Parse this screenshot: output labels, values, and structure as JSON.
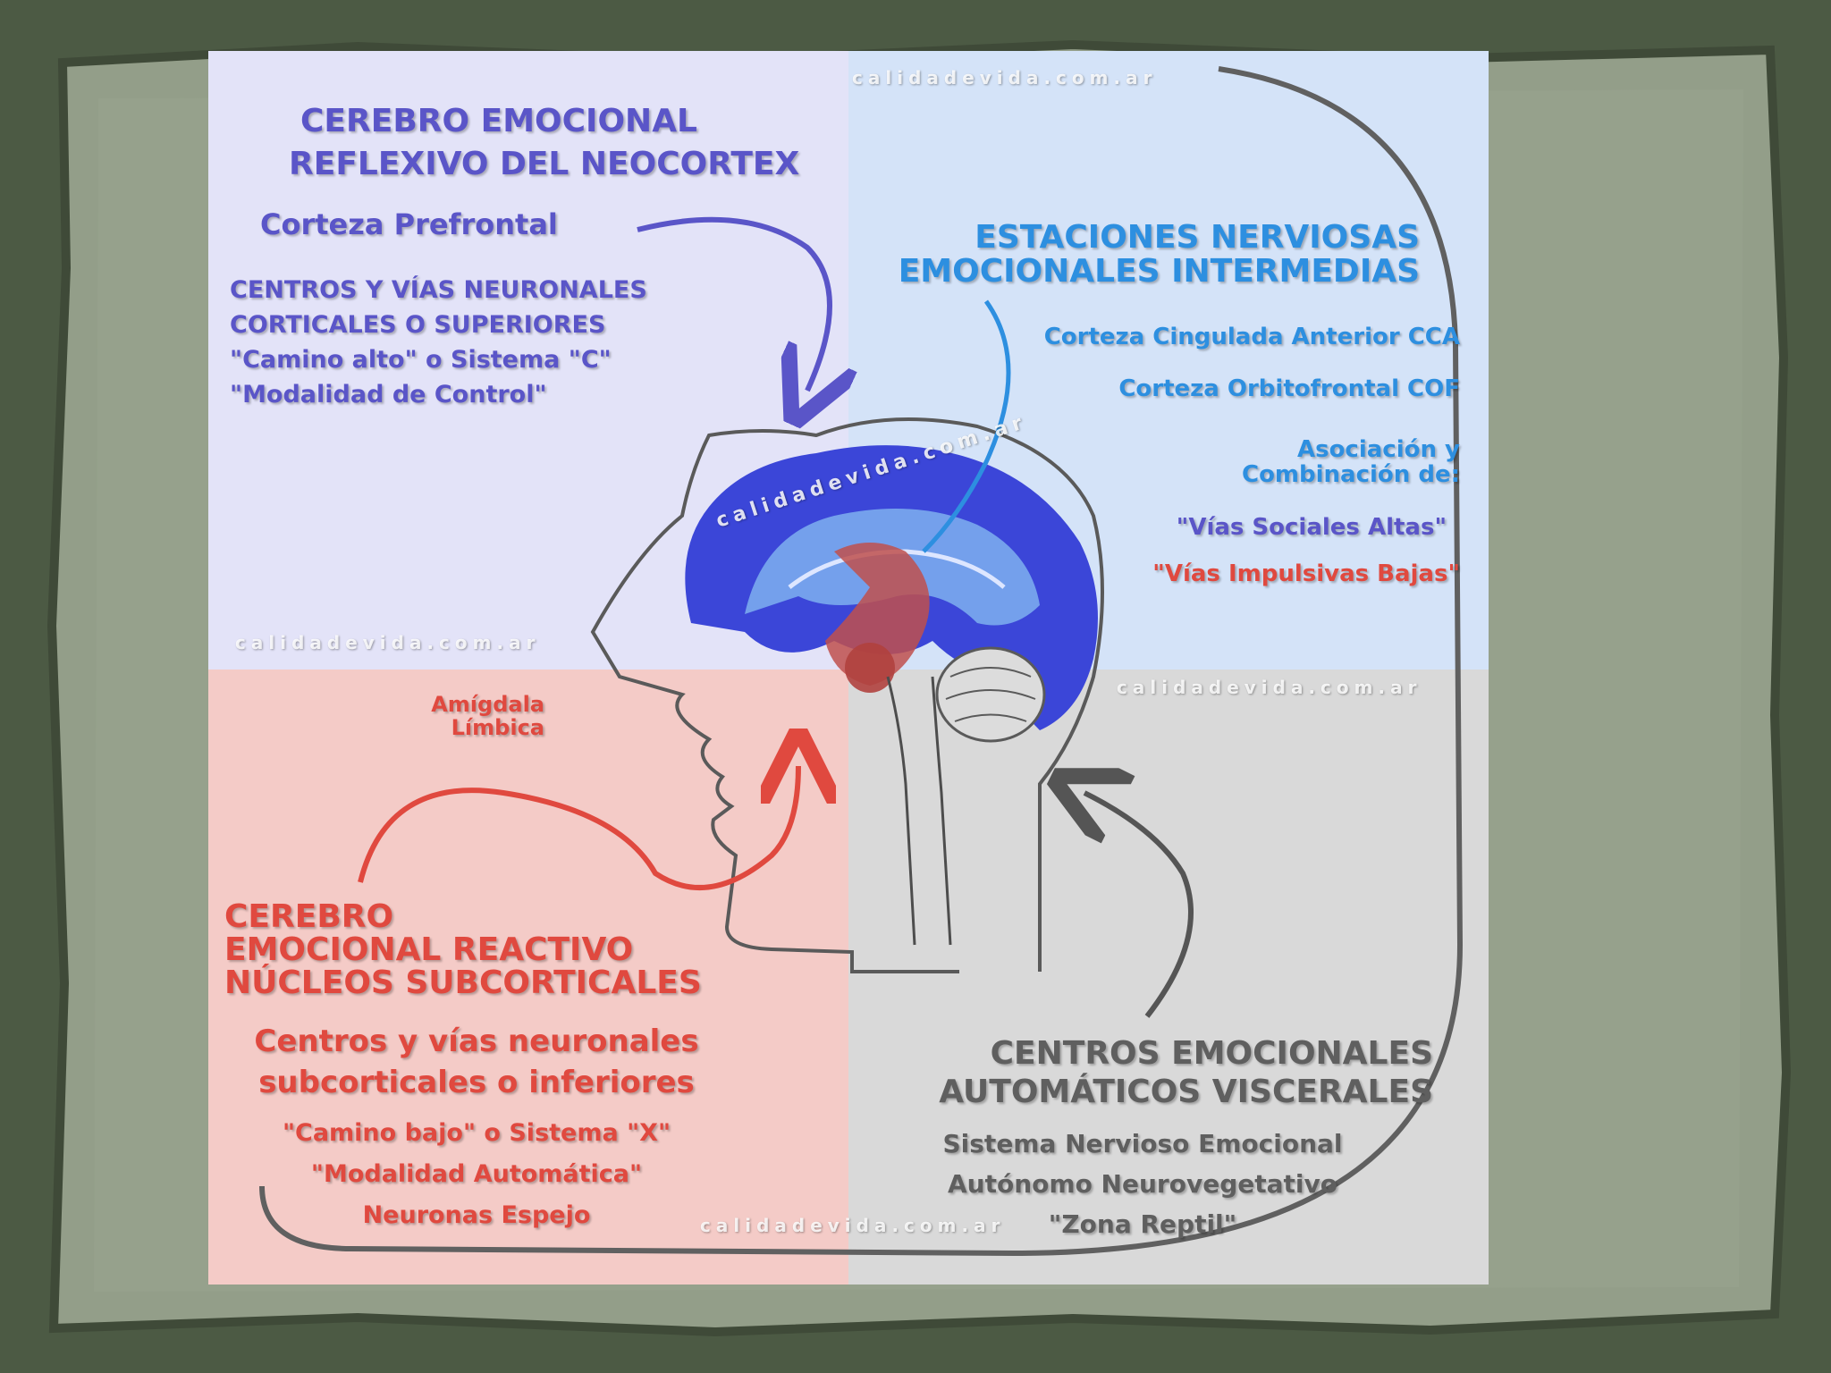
{
  "colors": {
    "backdrop": "#4c5a44",
    "paper": "#929d88",
    "quad_top_left": "#e3e3f8",
    "quad_top_right": "#d4e3f8",
    "quad_bottom_left": "#f4cbc7",
    "quad_bottom_right": "#d9d9d9",
    "brain_blue": "#3b46d8",
    "limbic_red": "#c0504d"
  },
  "watermark": "calidadevida.com.ar",
  "top_left": {
    "title_line1": "CEREBRO EMOCIONAL",
    "title_line2": "REFLEXIVO DEL NEOCORTEX",
    "subtitle": "Corteza Prefrontal",
    "line1": "CENTROS Y VÍAS NEURONALES",
    "line2": "CORTICALES O SUPERIORES",
    "line3": "\"Camino alto\" o Sistema \"C\"",
    "line4": "\"Modalidad de Control\""
  },
  "top_right": {
    "title_line1": "ESTACIONES NERVIOSAS",
    "title_line2": "EMOCIONALES INTERMEDIAS",
    "item1": "Corteza Cingulada Anterior CCA",
    "item2": "Corteza Orbitofrontal COF",
    "item3_line1": "Asociación y",
    "item3_line2": "Combinación de:",
    "item4": "\"Vías Sociales Altas\"",
    "item5": "\"Vías Impulsivas Bajas\""
  },
  "bottom_left": {
    "amygdala_line1": "Amígdala",
    "amygdala_line2": "Límbica",
    "title_line1": "CEREBRO",
    "title_line2": "EMOCIONAL REACTIVO",
    "title_line3": "NÚCLEOS SUBCORTICALES",
    "line1": "Centros y vías neuronales",
    "line2": "subcorticales o inferiores",
    "line3": "\"Camino bajo\" o Sistema \"X\"",
    "line4": "\"Modalidad Automática\"",
    "line5": "Neuronas Espejo"
  },
  "bottom_right": {
    "title_line1": "CENTROS EMOCIONALES",
    "title_line2": "AUTOMÁTICOS VISCERALES",
    "line1": "Sistema Nervioso Emocional",
    "line2": "Autónomo Neurovegetativo",
    "line3": "\"Zona Reptil\""
  }
}
